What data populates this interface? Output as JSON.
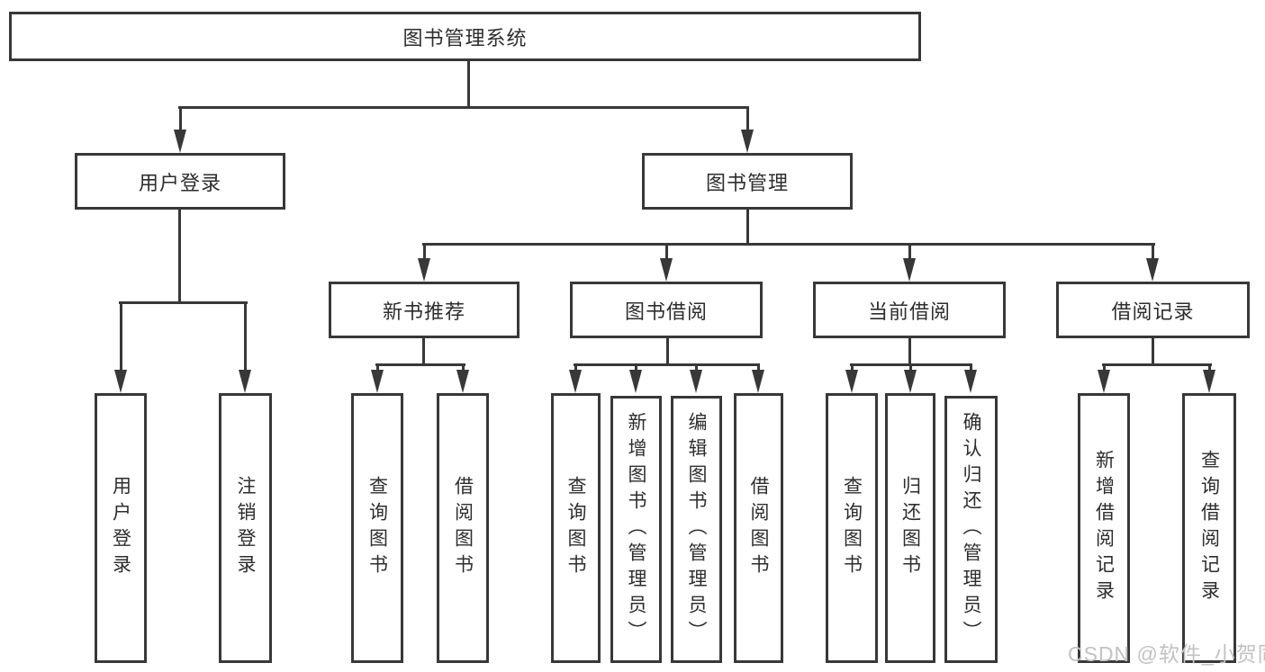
{
  "nodes": {
    "root": "图书管理系统",
    "level2": {
      "user_login": "用户登录",
      "book_mgmt": "图书管理"
    },
    "level3": {
      "new_books": "新书推荐",
      "book_borrow": "图书借阅",
      "current_borrow": "当前借阅",
      "borrow_records": "借阅记录"
    },
    "leaves": {
      "user": [
        "用户登录",
        "注销登录"
      ],
      "new_books": [
        "查询图书",
        "借阅图书"
      ],
      "book_borrow": [
        "查询图书",
        "新增图书（管理员）",
        "编辑图书（管理员）",
        "借阅图书"
      ],
      "current_borrow": [
        "查询图书",
        "归还图书",
        "确认归还（管理员）"
      ],
      "borrow_records": [
        "新增借阅记录",
        "查询借阅记录"
      ]
    }
  },
  "watermark": {
    "text": "CSDN @软件_小贺同学",
    "color": "#c2c2c2"
  },
  "colors": {
    "line": "#383838",
    "text": "#2d2d2d",
    "background": "#ffffff"
  }
}
